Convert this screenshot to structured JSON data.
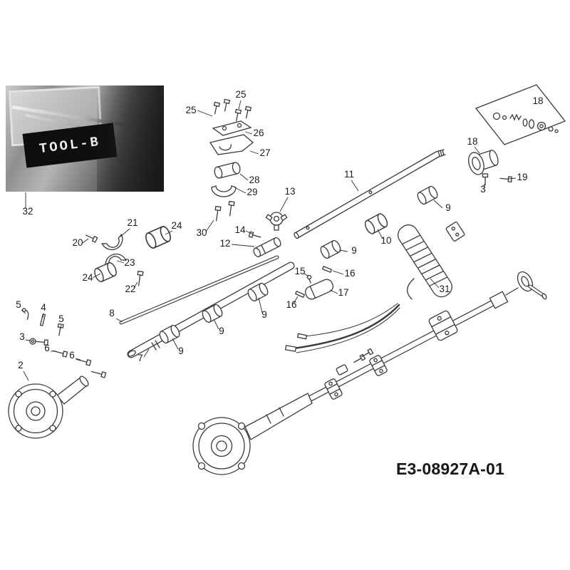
{
  "photo": {
    "stencil_text": "TOOL-B"
  },
  "diagram": {
    "code": "E3-08927A-01",
    "highlight_color": "#d9952f",
    "line_color": "#3a3a3a",
    "label_color": "#1c1c1c"
  },
  "labels": [
    {
      "text": "25"
    },
    {
      "text": "25"
    },
    {
      "text": "26"
    },
    {
      "text": "27"
    },
    {
      "text": "28"
    },
    {
      "text": "29"
    },
    {
      "text": "30"
    },
    {
      "text": "13"
    },
    {
      "text": "14"
    },
    {
      "text": "12"
    },
    {
      "text": "11"
    },
    {
      "text": "18"
    },
    {
      "text": "18"
    },
    {
      "text": "3"
    },
    {
      "text": "19"
    },
    {
      "text": "9"
    },
    {
      "text": "10"
    },
    {
      "text": "9"
    },
    {
      "text": "16"
    },
    {
      "text": "15"
    },
    {
      "text": "16"
    },
    {
      "text": "17"
    },
    {
      "text": "31"
    },
    {
      "text": "20"
    },
    {
      "text": "21"
    },
    {
      "text": "24"
    },
    {
      "text": "23"
    },
    {
      "text": "24"
    },
    {
      "text": "22"
    },
    {
      "text": "8"
    },
    {
      "text": "5"
    },
    {
      "text": "4"
    },
    {
      "text": "5"
    },
    {
      "text": "3"
    },
    {
      "text": "6"
    },
    {
      "text": "6"
    },
    {
      "text": "7"
    },
    {
      "text": "9"
    },
    {
      "text": "9"
    },
    {
      "text": "9"
    },
    {
      "text": "2"
    },
    {
      "text": "32"
    }
  ]
}
